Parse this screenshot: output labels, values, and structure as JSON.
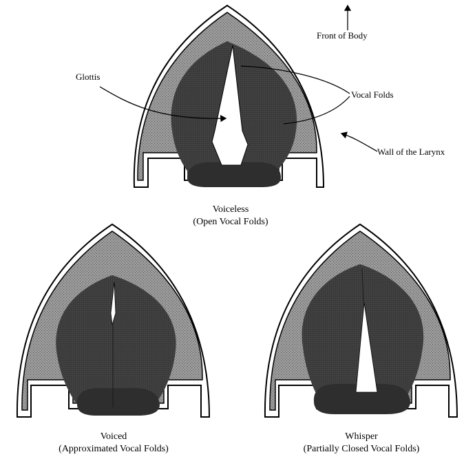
{
  "labels": {
    "front_of_body": "Front of Body",
    "glottis": "Glottis",
    "vocal_folds": "Vocal Folds",
    "wall_of_larynx": "Wall of the Larynx"
  },
  "captions": {
    "voiceless_title": "Voiceless",
    "voiceless_sub": "(Open Vocal Folds)",
    "voiced_title": "Voiced",
    "voiced_sub": "(Approximated Vocal Folds)",
    "whisper_title": "Whisper",
    "whisper_sub": "(Partially Closed Vocal Folds)"
  },
  "colors": {
    "wall_fill": "#8e8e8e",
    "fold_fill": "#3a3a3a",
    "outline": "#000000",
    "glottis": "#ffffff"
  }
}
